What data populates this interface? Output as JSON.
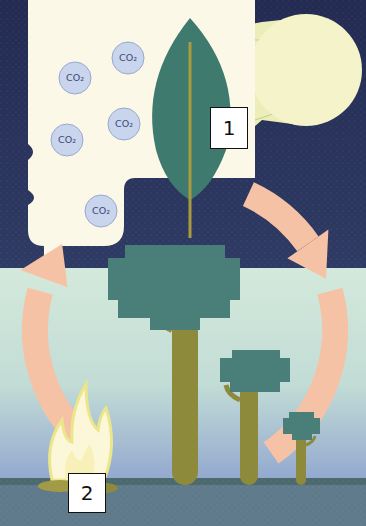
{
  "diagram": {
    "nodes": [
      {
        "text": [
          "CO₂"
        ]
      },
      {
        "text": [
          "CO₂"
        ]
      },
      {
        "text": [
          "CO₂"
        ]
      },
      {
        "text": [
          "CO₂"
        ]
      },
      {
        "text": [
          "CO₂"
        ]
      },
      {
        "text": [
          "1"
        ]
      },
      {
        "text": [
          "2"
        ]
      }
    ]
  }
}
